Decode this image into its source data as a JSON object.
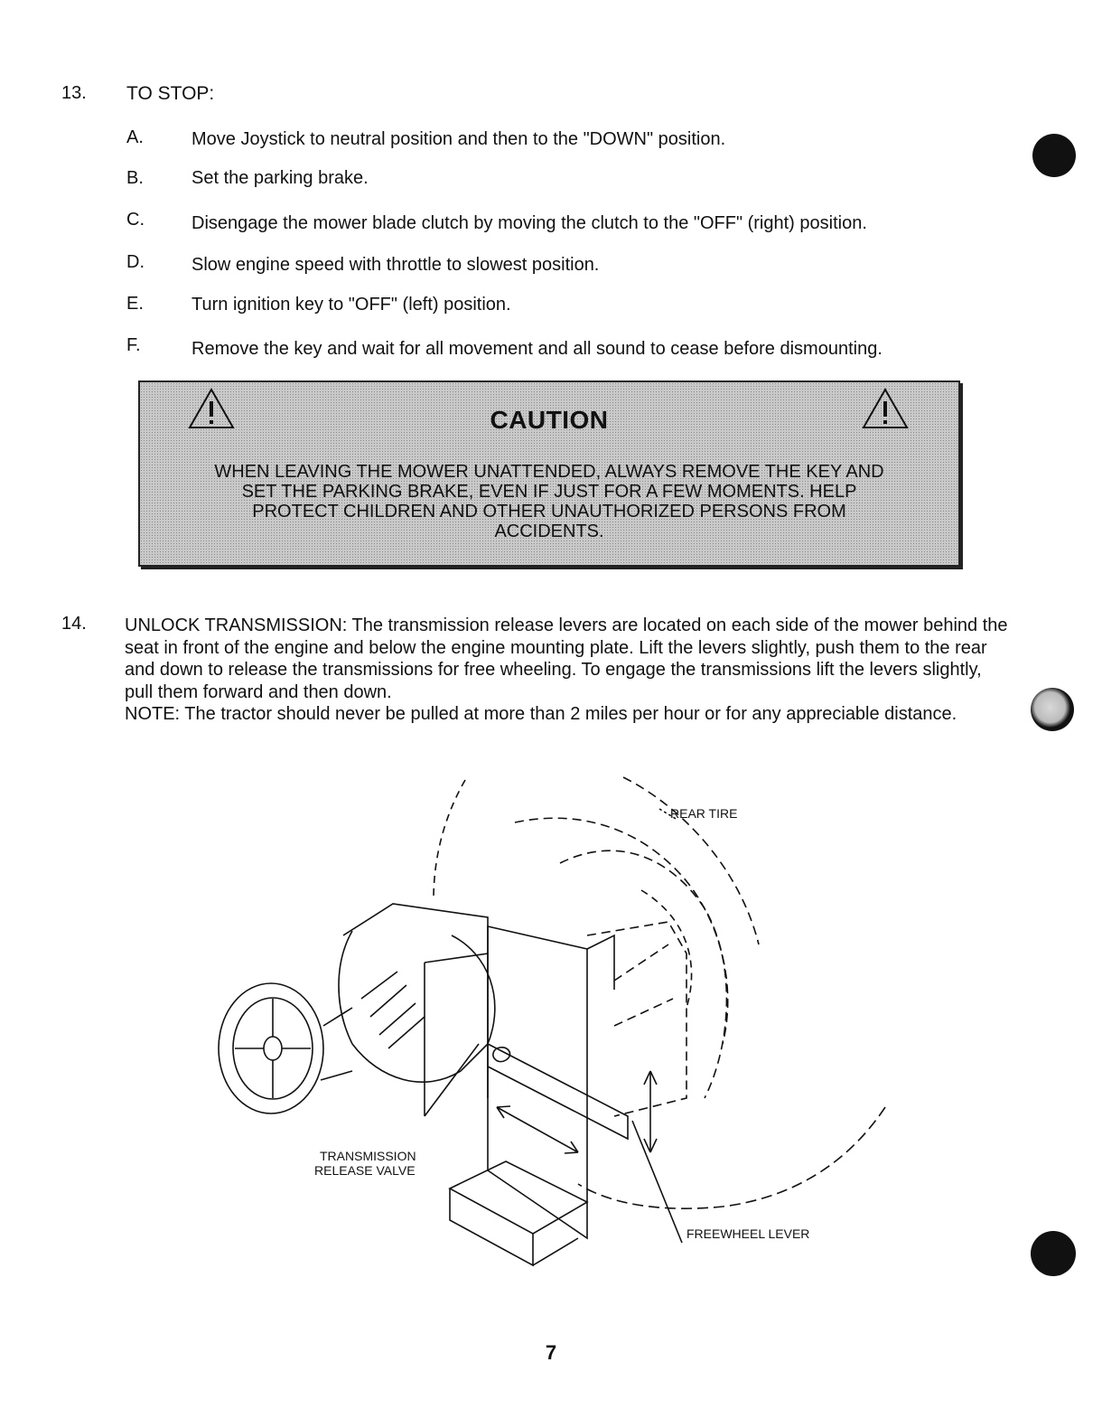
{
  "section13": {
    "number": "13.",
    "title": "TO STOP:",
    "steps": [
      {
        "letter": "A.",
        "text": "Move Joystick to neutral position and then to the \"DOWN\" position."
      },
      {
        "letter": "B.",
        "text": "Set the parking brake."
      },
      {
        "letter": "C.",
        "text": "Disengage the mower blade clutch by moving the clutch to the \"OFF\" (right) position."
      },
      {
        "letter": "D.",
        "text": "Slow engine speed with throttle to slowest position."
      },
      {
        "letter": "E.",
        "text": "Turn ignition key to \"OFF\" (left) position."
      },
      {
        "letter": "F.",
        "text": "Remove the key and wait for all movement and all sound to cease before dismounting."
      }
    ]
  },
  "caution": {
    "title": "CAUTION",
    "body": "WHEN LEAVING THE MOWER UNATTENDED, ALWAYS REMOVE THE KEY AND SET THE PARKING BRAKE, EVEN IF JUST FOR A FEW MOMENTS. HELP PROTECT CHILDREN AND OTHER UNAUTHORIZED PERSONS FROM ACCIDENTS."
  },
  "section14": {
    "number": "14.",
    "text": "UNLOCK TRANSMISSION: The transmission release levers are located on each side of the mower behind the seat in front of the engine and below the engine mounting plate. Lift the levers slightly, push them to the rear and down to release the transmissions for free wheeling. To engage the transmissions lift the levers slightly, pull them forward and then down.",
    "note": "NOTE: The tractor should never be pulled at more than 2 miles per hour or for any appreciable distance."
  },
  "figure": {
    "labels": {
      "rear_tire": "REAR TIRE",
      "release_valve_1": "TRANSMISSION",
      "release_valve_2": "RELEASE VALVE",
      "freewheel_lever": "FREEWHEEL LEVER"
    }
  },
  "page_number": "7"
}
